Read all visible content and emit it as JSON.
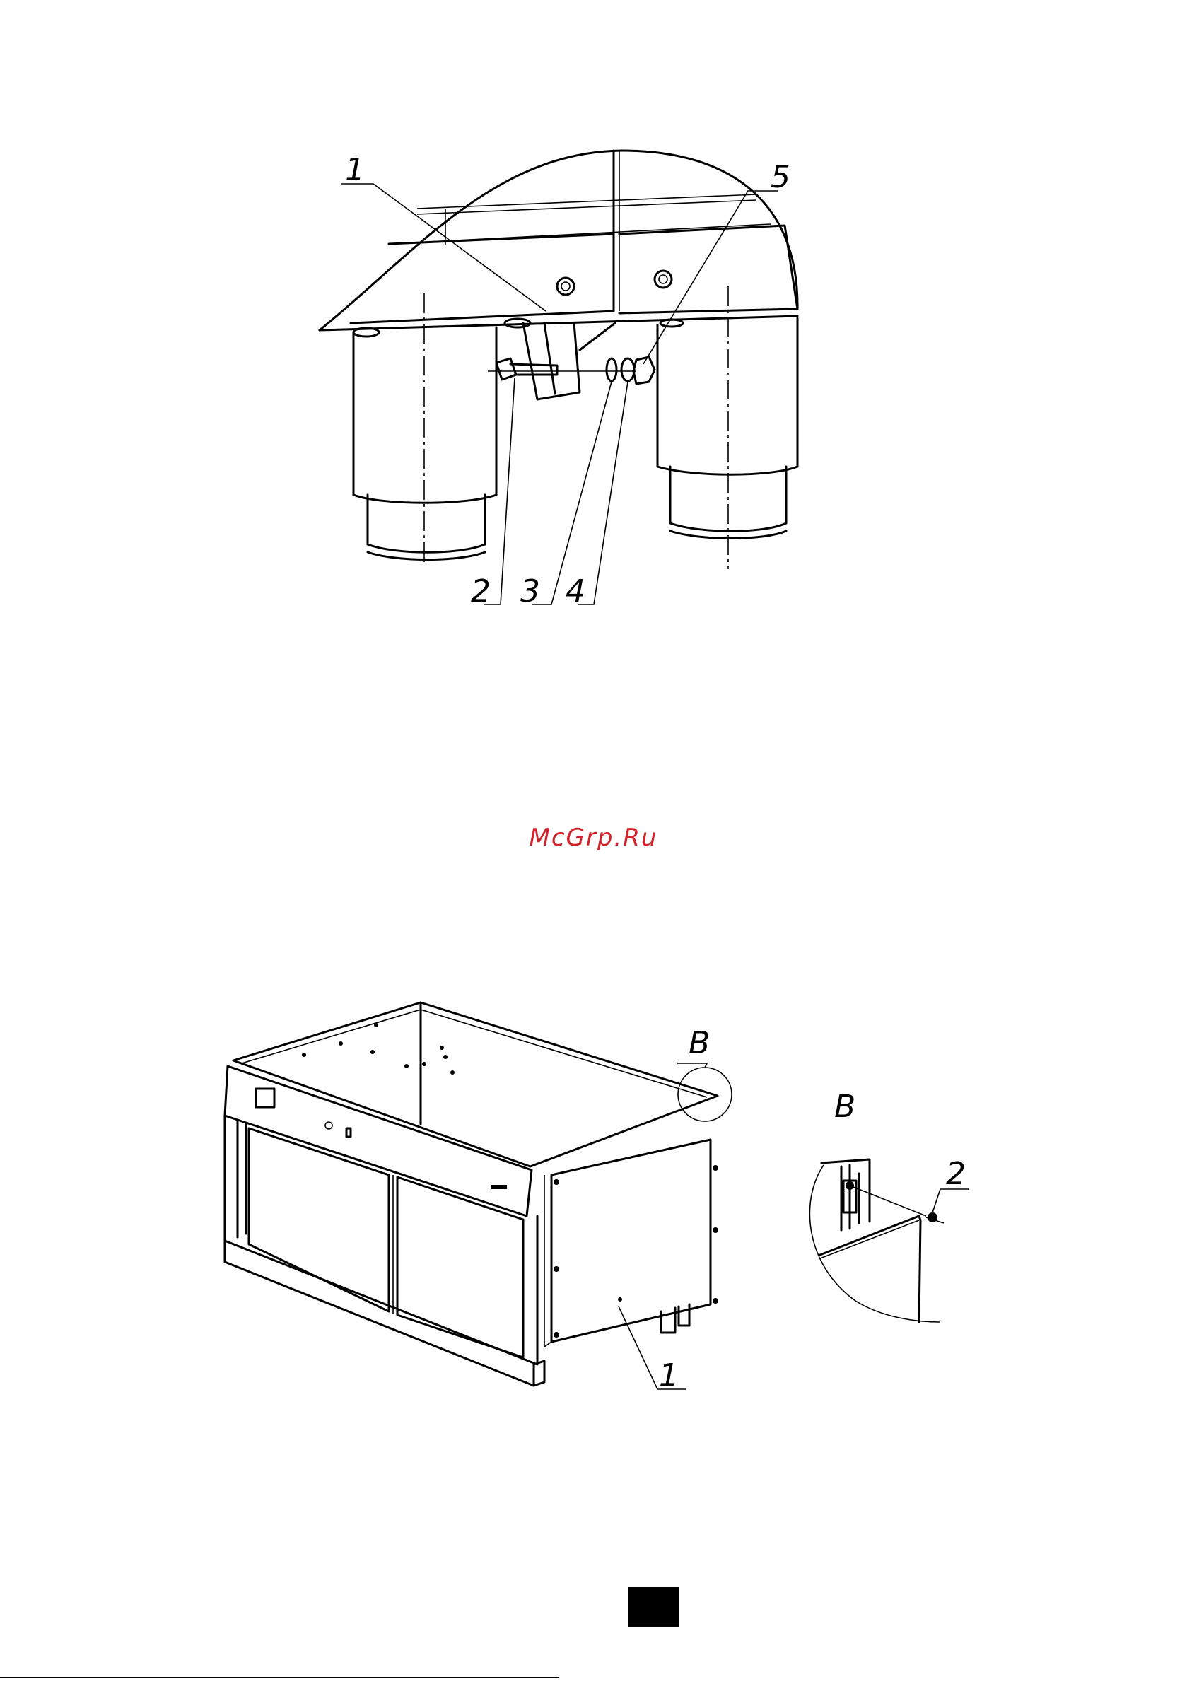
{
  "watermark": "McGrp.Ru",
  "top_figure": {
    "callouts": [
      "1",
      "2",
      "3",
      "4",
      "5"
    ]
  },
  "bottom_figure": {
    "callouts": [
      "1"
    ],
    "view_marker": "B"
  },
  "detail_figure": {
    "title": "B",
    "callouts": [
      "2"
    ]
  }
}
